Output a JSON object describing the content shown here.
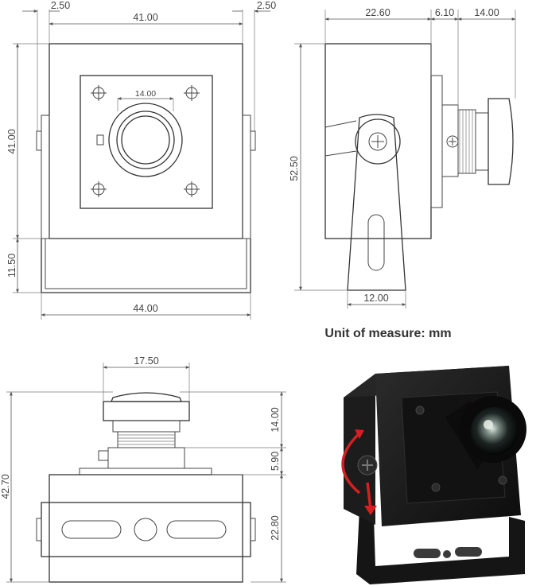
{
  "unit_label": "Unit of measure: mm",
  "front_view": {
    "margin_left": "2.50",
    "width_top": "41.00",
    "margin_right": "2.50",
    "lens_spacing": "14.00",
    "height": "41.00",
    "bracket_height": "11.50",
    "bracket_width": "44.00"
  },
  "side_view": {
    "body_depth": "22.60",
    "lens_base": "6.10",
    "lens_length": "14.00",
    "overall_height": "52.50",
    "bracket_width": "12.00"
  },
  "top_view": {
    "lens_width": "17.50",
    "overall_height": "42.70",
    "lens_height": "14.00",
    "collar_height": "5.90",
    "body_height": "22.80"
  },
  "photo": {
    "description_icon": "camera-photo",
    "arrow_color": "#d42020"
  }
}
